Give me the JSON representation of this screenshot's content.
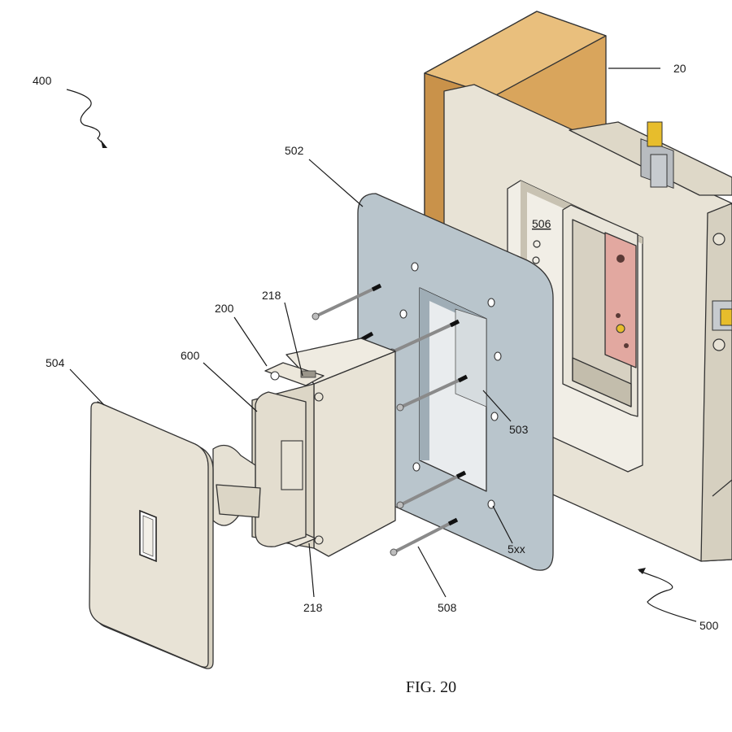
{
  "figure": {
    "caption": "FIG. 20",
    "labels": {
      "ref_400": "400",
      "ref_20": "20",
      "ref_502": "502",
      "ref_506": "506",
      "ref_218_top": "218",
      "ref_200": "200",
      "ref_600": "600",
      "ref_504": "504",
      "ref_503": "503",
      "ref_5xx": "5xx",
      "ref_218_bottom": "218",
      "ref_508": "508",
      "ref_500": "500"
    },
    "colors": {
      "wood": "#d9a55c",
      "wood_dark": "#b9853f",
      "plate_blue": "#b9c5cc",
      "beige": "#e8e3d6",
      "beige_dark": "#cfc9b8",
      "pink": "#e2a8a0",
      "yellow": "#e7bd2c",
      "screw": "#9a9a9a"
    }
  }
}
